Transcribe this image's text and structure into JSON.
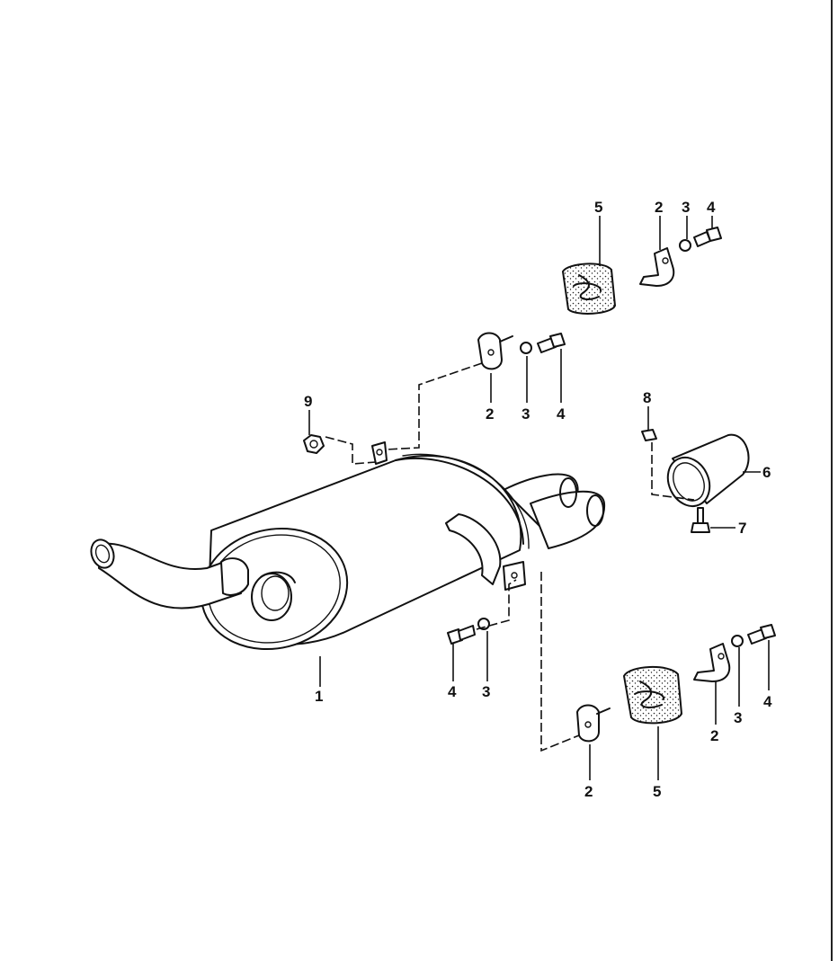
{
  "callouts": {
    "c1": "1",
    "c2a": "2",
    "c2b": "2",
    "c2c": "2",
    "c2d": "2",
    "c3a": "3",
    "c3b": "3",
    "c3c": "3",
    "c3d": "3",
    "c4a": "4",
    "c4b": "4",
    "c4c": "4",
    "c4d": "4",
    "c5a": "5",
    "c5b": "5",
    "c6": "6",
    "c7": "7",
    "c8": "8",
    "c9": "9"
  },
  "colors": {
    "ink": "#111111",
    "paper": "#ffffff"
  }
}
